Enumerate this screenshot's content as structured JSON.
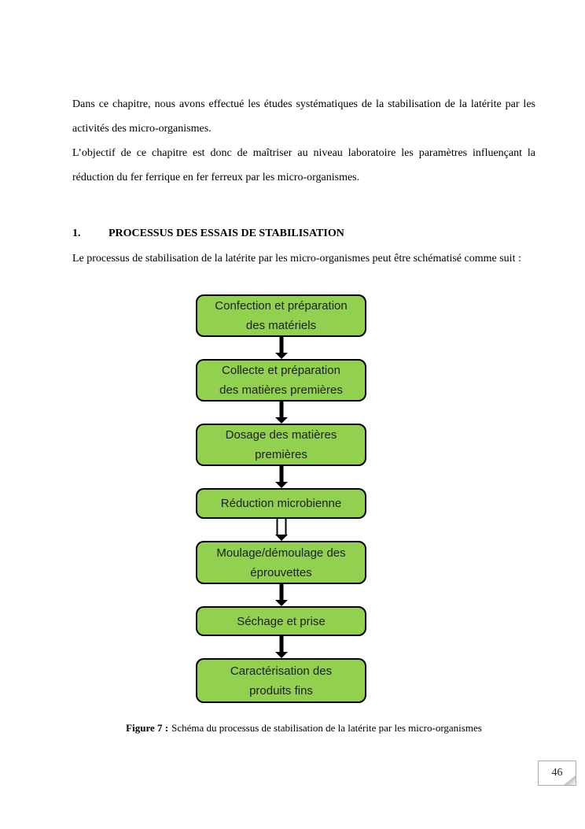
{
  "document": {
    "paragraphs": [
      "Dans ce chapitre, nous avons effectué les études systématiques de la stabilisation de la latérite par les activités des micro-organismes.",
      "L’objectif de ce chapitre est donc de maîtriser au niveau laboratoire les paramètres influençant la réduction du fer ferrique en fer ferreux par les micro-organismes."
    ],
    "section_heading": {
      "number": "1.",
      "title": "PROCESSUS DES ESSAIS DE STABILISATION"
    },
    "intro_paragraph": "Le processus de stabilisation de la latérite par les micro-organismes peut être schématisé comme suit :",
    "figure_caption": {
      "label": "Figure 7 :",
      "text": "Schéma du processus de stabilisation de la latérite par les micro-organismes"
    },
    "page_number": "46"
  },
  "flowchart": {
    "box_fill_color": "#92d050",
    "box_border_color": "#000000",
    "steps": [
      {
        "label": "Confection et préparation des matériels",
        "lines": [
          "Confection et préparation",
          "des matériels"
        ]
      },
      {
        "label": "Collecte et préparation des matières premières",
        "lines": [
          "Collecte et préparation",
          "des matières premières"
        ]
      },
      {
        "label": "Dosage des matières premières",
        "lines": [
          "Dosage des matières",
          "premières"
        ]
      },
      {
        "label": "Réduction microbienne",
        "lines": [
          "Réduction microbienne"
        ]
      },
      {
        "label": "Moulage/démoulage des éprouvettes",
        "lines": [
          "Moulage/démoulage des",
          "éprouvettes"
        ]
      },
      {
        "label": "Séchage et prise",
        "lines": [
          "Séchage et prise"
        ]
      },
      {
        "label": "Caractérisation des produits fins",
        "lines": [
          "Caractérisation des",
          "produits fins"
        ]
      }
    ],
    "connectors": [
      "solid",
      "solid",
      "solid",
      "double",
      "solid",
      "solid"
    ]
  }
}
